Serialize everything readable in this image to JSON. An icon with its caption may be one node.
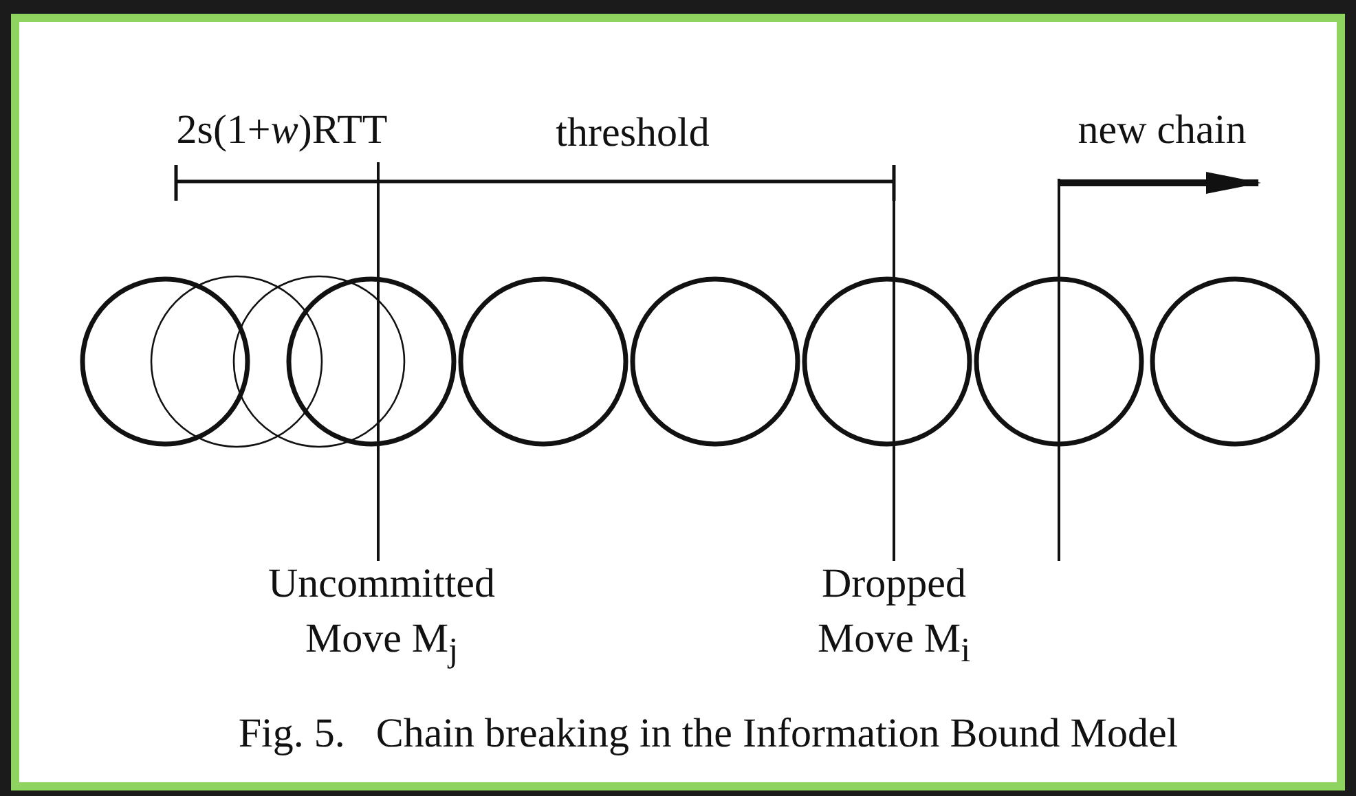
{
  "diagram": {
    "caption": "Fig. 5.   Chain breaking in the Information Bound Model",
    "nodes": [
      {
        "text": [],
        "shape": "circle"
      },
      {
        "text": [],
        "shape": "circle"
      },
      {
        "text": [],
        "shape": "circle"
      },
      {
        "text": [],
        "shape": "circle"
      },
      {
        "text": [],
        "shape": "circle"
      },
      {
        "text": [],
        "shape": "circle"
      },
      {
        "text": [],
        "shape": "circle"
      },
      {
        "text": [],
        "shape": "circle"
      },
      {
        "text": [],
        "shape": "circle"
      }
    ],
    "labels": [
      "2s(1+*w*)RTT",
      "threshold",
      "new chain",
      "Uncommitted Move M$_{j}$",
      "Dropped Move M$_{i}$"
    ]
  }
}
